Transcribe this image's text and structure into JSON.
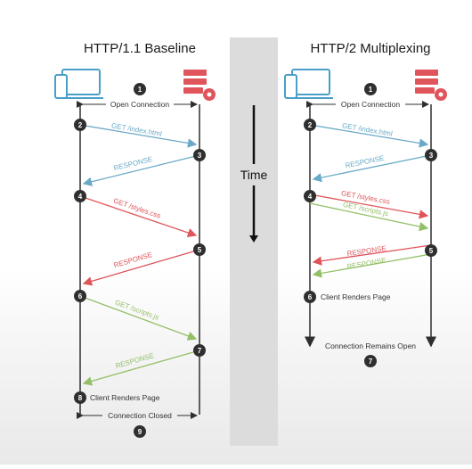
{
  "colors": {
    "blue": "#6aa9c7",
    "red": "#e0555b",
    "green": "#93bf67",
    "dark": "#2f2f2f",
    "timeband": "#dcdcdc"
  },
  "left": {
    "title": "HTTP/1.1 Baseline",
    "open": "Open Connection",
    "msgs": [
      "GET /index.html",
      "RESPONSE",
      "GET /styles.css",
      "RESPONSE",
      "GET /scripts.js",
      "RESPONSE"
    ],
    "renders": "Client Renders Page",
    "closed": "Connection Closed",
    "steps": [
      "1",
      "2",
      "3",
      "4",
      "5",
      "6",
      "7",
      "8",
      "9"
    ]
  },
  "right": {
    "title": "HTTP/2 Multiplexing",
    "open": "Open Connection",
    "msgs": [
      "GET /index.html",
      "RESPONSE",
      "GET /styles.css",
      "GET /scripts.js",
      "RESPONSE",
      "RESPONSE"
    ],
    "renders": "Client Renders Page",
    "remains": "Connection Remains Open",
    "steps": [
      "1",
      "2",
      "3",
      "4",
      "5",
      "6",
      "7"
    ]
  },
  "center": {
    "time": "Time"
  },
  "icons": [
    "laptop-phone-icon",
    "server-gear-icon"
  ]
}
